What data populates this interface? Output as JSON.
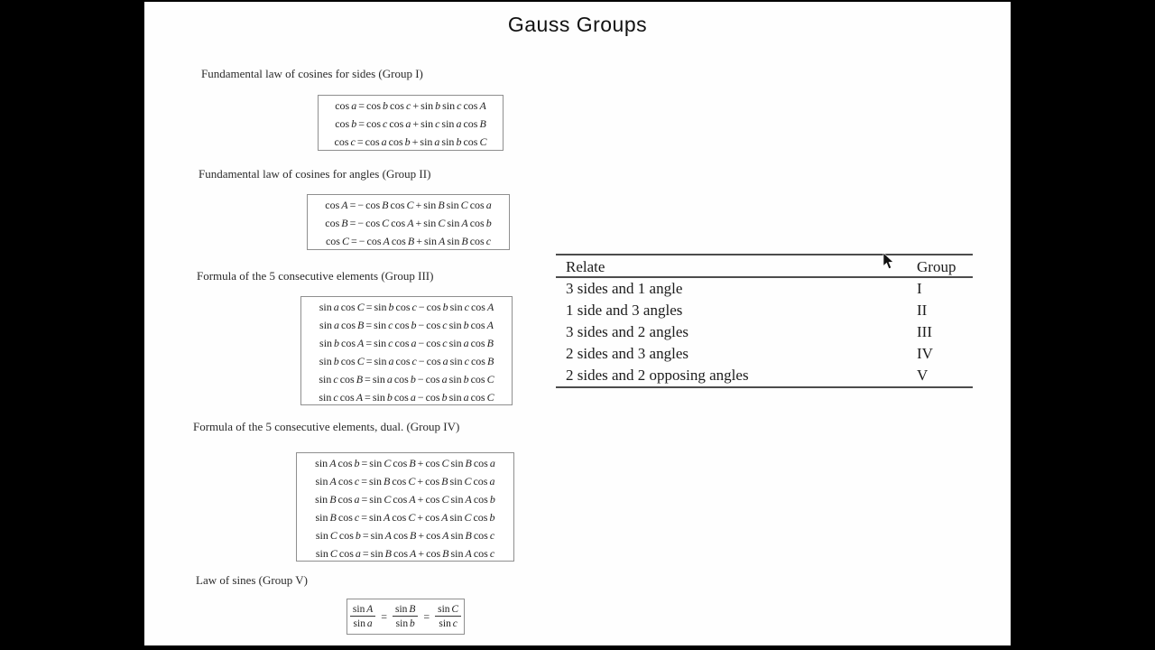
{
  "page": {
    "title": "Gauss Groups"
  },
  "colors": {
    "background_bars": "#000000",
    "slide_background": "#fefefe",
    "formula_box_border": "#8f8f8f",
    "table_rule": "#4c4c4c",
    "text": "#1f1f1f"
  },
  "sections": [
    {
      "heading": "Fundamental law of cosines for sides (Group I)",
      "formulas": [
        "cos a = cos b cos c + sin b sin c cos A",
        "cos b = cos c cos a + sin c sin a cos B",
        "cos c = cos a cos b + sin a sin b cos C"
      ]
    },
    {
      "heading": "Fundamental law of cosines for angles (Group II)",
      "formulas": [
        "cos A = − cos B cos C + sin B sin C cos a",
        "cos B = − cos C cos A + sin C sin A cos b",
        "cos C = − cos A cos B + sin A sin B cos c"
      ]
    },
    {
      "heading": "Formula of the 5 consecutive elements (Group III)",
      "formulas": [
        "sin a cos C = sin b cos c − cos b sin c cos A",
        "sin a cos B = sin c cos b − cos c sin b cos A",
        "sin b cos A = sin c cos a − cos c sin a cos B",
        "sin b cos C = sin a cos c − cos a sin c cos B",
        "sin c cos B = sin a cos b − cos a sin b cos C",
        "sin c cos A = sin b cos a − cos b sin a cos C"
      ]
    },
    {
      "heading": "Formula of the 5 consecutive elements, dual. (Group IV)",
      "formulas": [
        "sin A cos b = sin C cos B + cos C sin B cos a",
        "sin A cos c = sin B cos C + cos B sin C cos a",
        "sin B cos a = sin C cos A + cos C sin A cos b",
        "sin B cos c = sin A cos C + cos A sin C cos b",
        "sin C cos b = sin A cos B + cos A sin B cos c",
        "sin C cos a = sin B cos A + cos B sin A cos c"
      ]
    },
    {
      "heading": "Law of sines (Group V)",
      "eq": "=",
      "fractions": [
        {
          "num": "sin A",
          "den": "sin a"
        },
        {
          "num": "sin B",
          "den": "sin b"
        },
        {
          "num": "sin C",
          "den": "sin c"
        }
      ]
    }
  ],
  "table": {
    "headers": [
      "Relate",
      "Group"
    ],
    "rows": [
      [
        "3 sides and 1 angle",
        "I"
      ],
      [
        "1 side and 3 angles",
        "II"
      ],
      [
        "3 sides and 2 angles",
        "III"
      ],
      [
        "2 sides and 3 angles",
        "IV"
      ],
      [
        "2 sides and 2 opposing angles",
        "V"
      ]
    ]
  }
}
